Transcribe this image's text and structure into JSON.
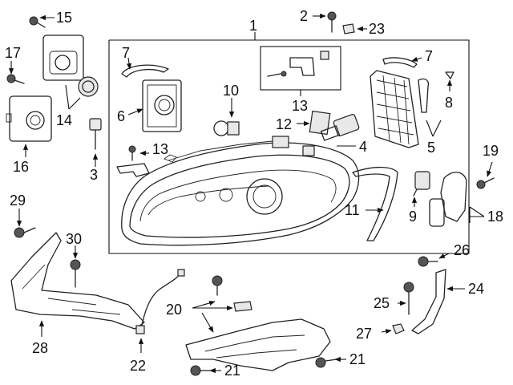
{
  "callouts": {
    "c1": "1",
    "c2": "2",
    "c3": "3",
    "c4": "4",
    "c5": "5",
    "c6": "6",
    "c7a": "7",
    "c7b": "7",
    "c8": "8",
    "c9": "9",
    "c10": "10",
    "c11": "11",
    "c12": "12",
    "c13a": "13",
    "c13b": "13",
    "c14": "14",
    "c15": "15",
    "c16": "16",
    "c17": "17",
    "c18": "18",
    "c19": "19",
    "c20": "20",
    "c21a": "21",
    "c21b": "21",
    "c22": "22",
    "c23": "23",
    "c24": "24",
    "c25": "25",
    "c26": "26",
    "c27": "27",
    "c28": "28",
    "c29": "29",
    "c30": "30"
  }
}
